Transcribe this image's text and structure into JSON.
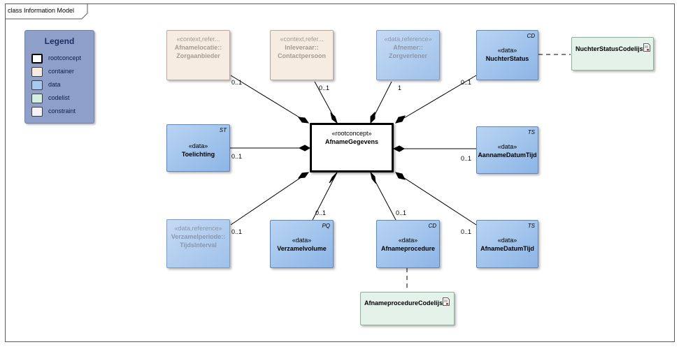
{
  "diagram": {
    "frame_title": "class Information Model"
  },
  "legend": {
    "title": "Legend",
    "items": [
      {
        "label": "rootconcept",
        "color": "#ffffff"
      },
      {
        "label": "container",
        "color": "#f6ece1"
      },
      {
        "label": "data",
        "color": "#a8c9ef"
      },
      {
        "label": "codelist",
        "color": "#d4efdf"
      },
      {
        "label": "constraint",
        "color": "#f4f4f8"
      }
    ]
  },
  "nodes": {
    "root": {
      "stereotype": "«rootconcept»",
      "name": "AfnameGegevens"
    },
    "afnamelocatie": {
      "stereotype": "«context,refer...",
      "name_line1": "Afnamelocatie::",
      "name_line2": "Zorgaanbieder"
    },
    "inleveraar": {
      "stereotype": "«context,refer...",
      "name_line1": "Inleveraar::",
      "name_line2": "Contactpersoon"
    },
    "afnemer": {
      "stereotype": "«data,reference»",
      "name_line1": "Afnemer::",
      "name_line2": "Zorgverlener"
    },
    "nuchterstatus": {
      "tag": "CD",
      "stereotype": "«data»",
      "name": "NuchterStatus"
    },
    "toelichting": {
      "tag": "ST",
      "stereotype": "«data»",
      "name": "Toelichting"
    },
    "aannamedatumtijd": {
      "tag": "TS",
      "stereotype": "«data»",
      "name": "AannameDatumTijd"
    },
    "verzamelperiode": {
      "stereotype": "«data,reference»",
      "name_line1": "Verzamelperiode::",
      "name_line2": "TijdsInterval"
    },
    "verzamelvolume": {
      "tag": "PQ",
      "stereotype": "«data»",
      "name": "Verzamelvolume"
    },
    "afnameprocedure": {
      "tag": "CD",
      "stereotype": "«data»",
      "name": "Afnameprocedure"
    },
    "afnamedatumtijd": {
      "tag": "TS",
      "stereotype": "«data»",
      "name": "AfnameDatumTijd"
    },
    "nuchterstatus_codelijst": {
      "name": "NuchterStatusCodelijst"
    },
    "afnameprocedure_codelijst": {
      "name": "AfnameprocedureCodelijst"
    }
  },
  "multiplicities": {
    "afnamelocatie": "0..1",
    "inleveraar": "0..1",
    "afnemer": "1",
    "nuchterstatus": "0..1",
    "toelichting": "0..1",
    "aannamedatumtijd": "0..1",
    "verzamelperiode": "0..1",
    "verzamelvolume": "0..1",
    "afnameprocedure": "0..1",
    "afnamedatumtijd": "0..1"
  }
}
